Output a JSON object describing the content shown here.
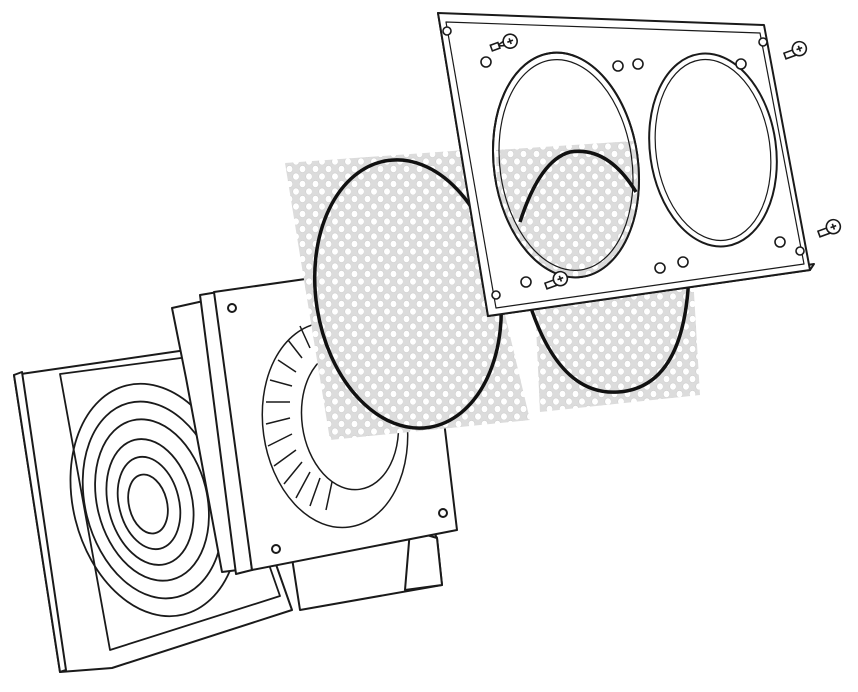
{
  "diagram": {
    "kind": "exploded-assembly-illustration",
    "labels": [],
    "components": [
      {
        "id": "radiator-box",
        "icon": "radiator-icon"
      },
      {
        "id": "fan",
        "icon": "fan-icon"
      },
      {
        "id": "mesh-filter",
        "icon": "mesh-filter-icon"
      },
      {
        "id": "gasket-left",
        "icon": "gasket-ring-icon"
      },
      {
        "id": "gasket-right",
        "icon": "gasket-ring-icon"
      },
      {
        "id": "mounting-bracket",
        "icon": "bracket-plate-icon"
      },
      {
        "id": "screw",
        "icon": "screw-icon",
        "count": 4
      }
    ],
    "colors": {
      "line": "#1a1a1a",
      "background": "#ffffff",
      "mesh": "#d9d9d9",
      "gasket": "#111111"
    }
  }
}
